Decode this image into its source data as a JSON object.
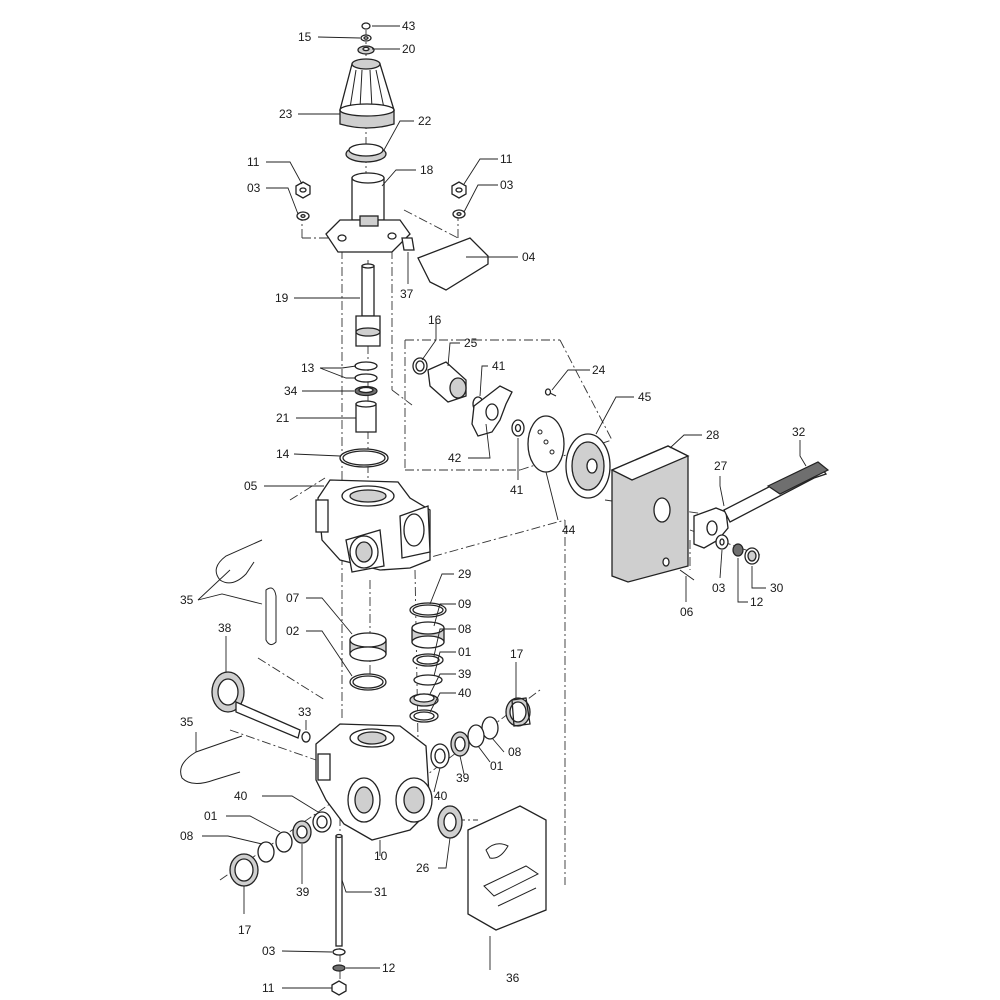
{
  "callouts": [
    {
      "id": "c-43a",
      "text": "43"
    },
    {
      "id": "c-15",
      "text": "15"
    },
    {
      "id": "c-20",
      "text": "20"
    },
    {
      "id": "c-23",
      "text": "23"
    },
    {
      "id": "c-22",
      "text": "22"
    },
    {
      "id": "c-11a",
      "text": "11"
    },
    {
      "id": "c-03a",
      "text": "03"
    },
    {
      "id": "c-18",
      "text": "18"
    },
    {
      "id": "c-11b",
      "text": "11"
    },
    {
      "id": "c-03b",
      "text": "03"
    },
    {
      "id": "c-04",
      "text": "04"
    },
    {
      "id": "c-37",
      "text": "37"
    },
    {
      "id": "c-19",
      "text": "19"
    },
    {
      "id": "c-16",
      "text": "16"
    },
    {
      "id": "c-25",
      "text": "25"
    },
    {
      "id": "c-41a",
      "text": "41"
    },
    {
      "id": "c-24",
      "text": "24"
    },
    {
      "id": "c-13",
      "text": "13"
    },
    {
      "id": "c-34",
      "text": "34"
    },
    {
      "id": "c-45",
      "text": "45"
    },
    {
      "id": "c-21",
      "text": "21"
    },
    {
      "id": "c-28",
      "text": "28"
    },
    {
      "id": "c-32",
      "text": "32"
    },
    {
      "id": "c-14",
      "text": "14"
    },
    {
      "id": "c-42",
      "text": "42"
    },
    {
      "id": "c-41b",
      "text": "41"
    },
    {
      "id": "c-27",
      "text": "27"
    },
    {
      "id": "c-05",
      "text": "05"
    },
    {
      "id": "c-44",
      "text": "44"
    },
    {
      "id": "c-03c",
      "text": "03"
    },
    {
      "id": "c-30",
      "text": "30"
    },
    {
      "id": "c-12a",
      "text": "12"
    },
    {
      "id": "c-06",
      "text": "06"
    },
    {
      "id": "c-29",
      "text": "29"
    },
    {
      "id": "c-35a",
      "text": "35"
    },
    {
      "id": "c-07",
      "text": "07"
    },
    {
      "id": "c-09",
      "text": "09"
    },
    {
      "id": "c-08a",
      "text": "08"
    },
    {
      "id": "c-38",
      "text": "38"
    },
    {
      "id": "c-02",
      "text": "02"
    },
    {
      "id": "c-01a",
      "text": "01"
    },
    {
      "id": "c-17a",
      "text": "17"
    },
    {
      "id": "c-39a",
      "text": "39"
    },
    {
      "id": "c-40a",
      "text": "40"
    },
    {
      "id": "c-35b",
      "text": "35"
    },
    {
      "id": "c-33",
      "text": "33"
    },
    {
      "id": "c-08b",
      "text": "08"
    },
    {
      "id": "c-01b",
      "text": "01"
    },
    {
      "id": "c-39b",
      "text": "39"
    },
    {
      "id": "c-40b",
      "text": "40"
    },
    {
      "id": "c-40c",
      "text": "40"
    },
    {
      "id": "c-01c",
      "text": "01"
    },
    {
      "id": "c-08c",
      "text": "08"
    },
    {
      "id": "c-10",
      "text": "10"
    },
    {
      "id": "c-26",
      "text": "26"
    },
    {
      "id": "c-39c",
      "text": "39"
    },
    {
      "id": "c-17b",
      "text": "17"
    },
    {
      "id": "c-31",
      "text": "31"
    },
    {
      "id": "c-36",
      "text": "36"
    },
    {
      "id": "c-03d",
      "text": "03"
    },
    {
      "id": "c-12b",
      "text": "12"
    },
    {
      "id": "c-11c",
      "text": "11"
    }
  ]
}
